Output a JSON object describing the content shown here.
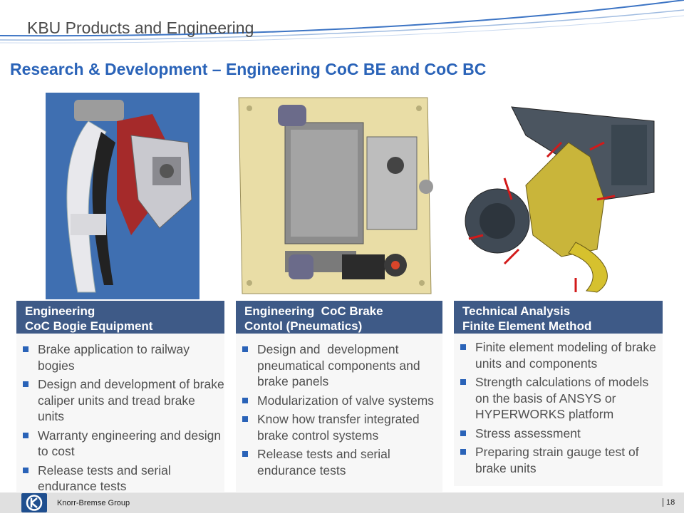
{
  "header": {
    "title": "KBU Products and Engineering"
  },
  "subtitle": "Research & Development – Engineering CoC BE and CoC BC",
  "columns": [
    {
      "heading_line1": "Engineering",
      "heading_line2": "CoC Bogie Equipment",
      "bullets": [
        "Brake application to railway bogies",
        "Design and development of brake caliper units and tread brake units",
        "Warranty engineering and design to cost",
        "Release tests and serial endurance tests"
      ]
    },
    {
      "heading_line1": "Engineering  CoC Brake",
      "heading_line2": "Contol (Pneumatics)",
      "bullets": [
        "Design and  development pneumatical components and brake panels",
        "Modularization of valve systems",
        "Know how transfer integrated brake control systems",
        "Release tests and serial endurance tests"
      ]
    },
    {
      "heading_line1": "Technical Analysis",
      "heading_line2": "Finite Element Method",
      "bullets": [
        "Finite element modeling of brake units and components",
        "Strength calculations of models on the basis of ANSYS or HYPERWORKS platform",
        "Stress assessment",
        "Preparing strain gauge test of brake units"
      ]
    }
  ],
  "footer": {
    "company": "Knorr-Bremse Group",
    "page": "18"
  },
  "colors": {
    "title_blue": "#2a63b8",
    "header_navy": "#3e5a87",
    "bullet_blue": "#2a63b8"
  },
  "icons": [
    "knorr-bremse-logo-icon",
    "bullet-square-icon"
  ]
}
